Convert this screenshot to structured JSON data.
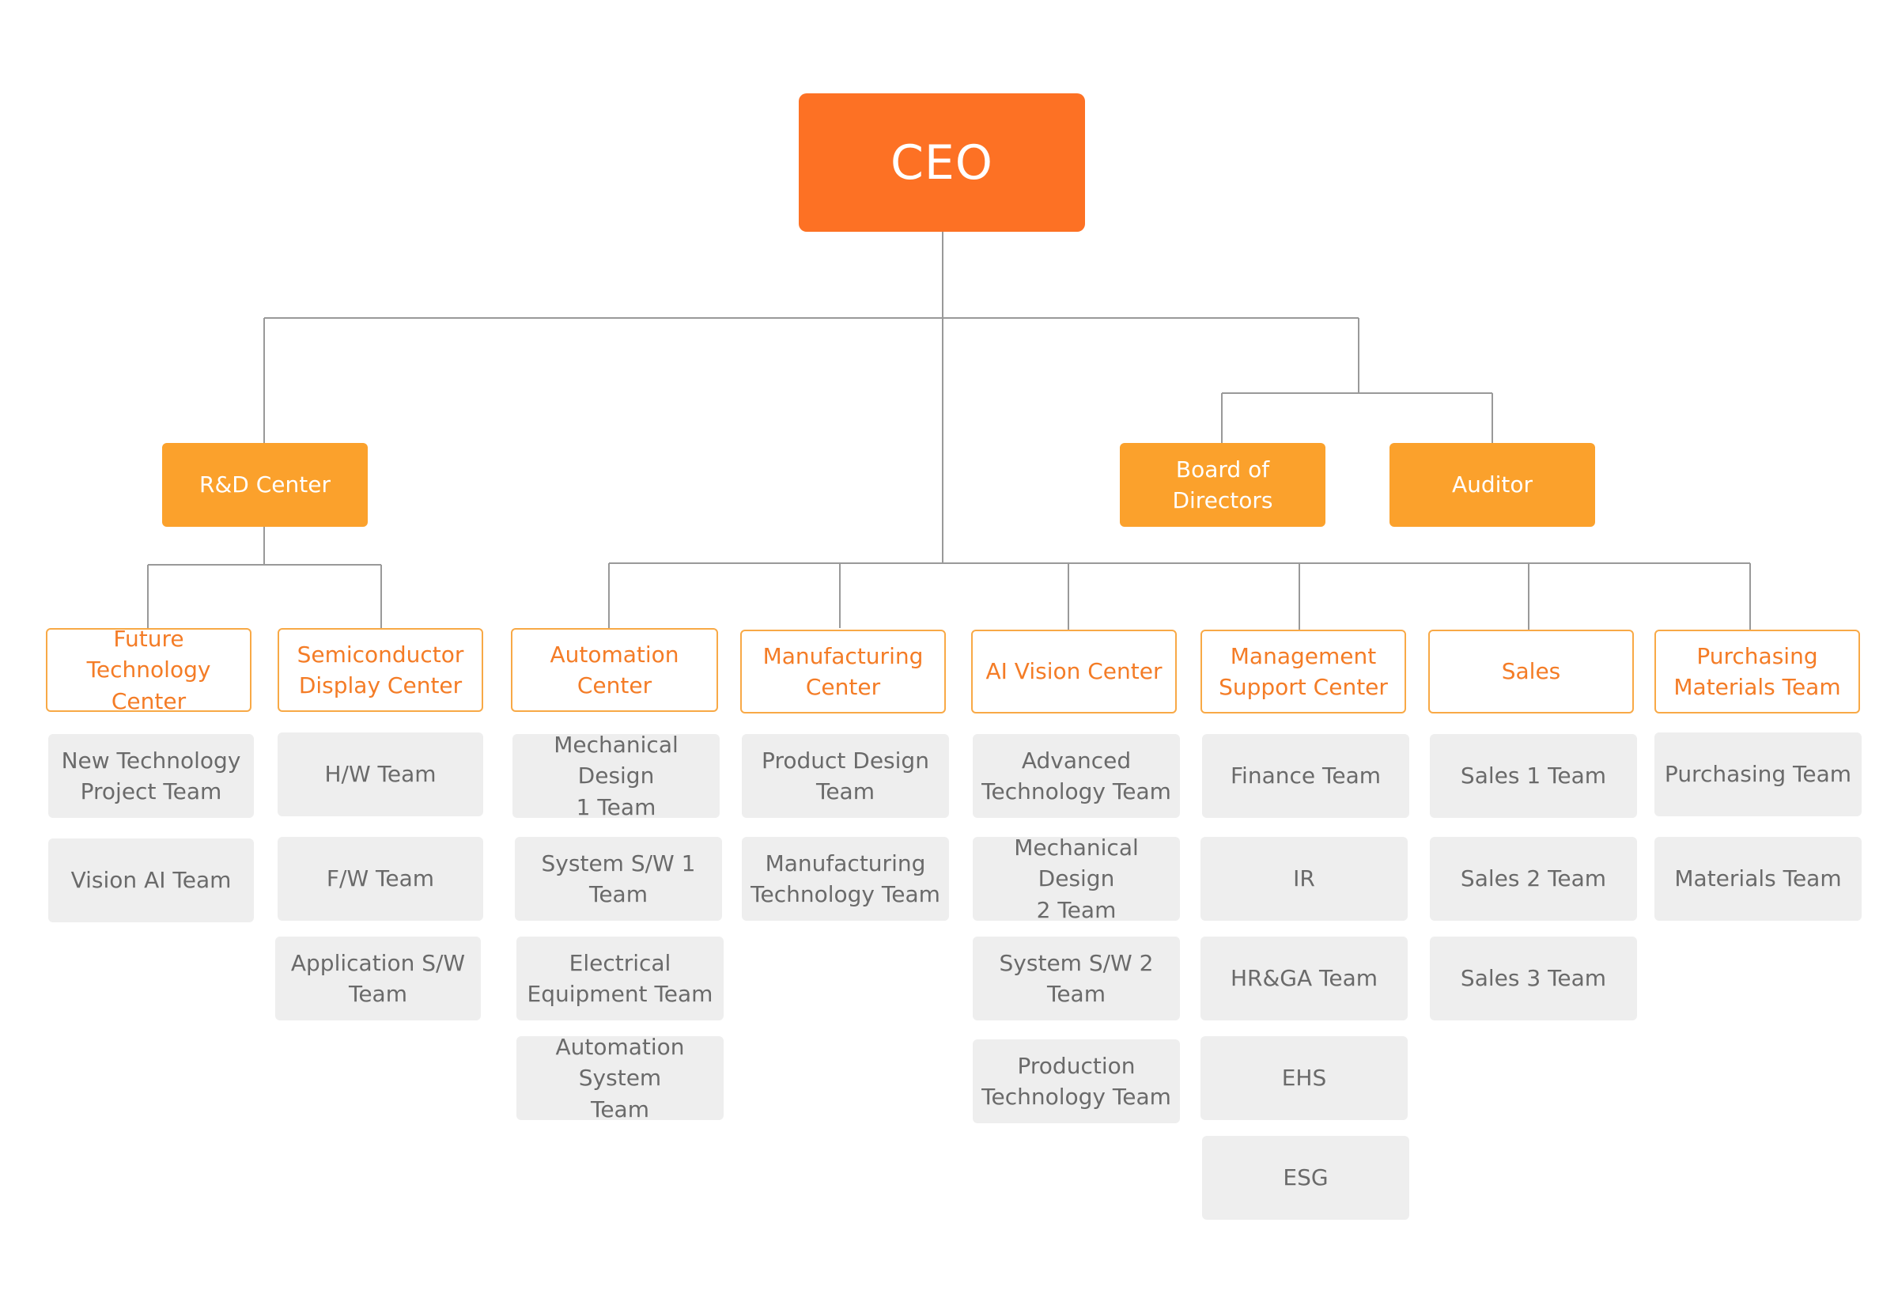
{
  "colors": {
    "ceo_fill": "#FD7124",
    "level1_fill": "#FBA12C",
    "center_border": "#F8A946",
    "center_text": "#F47C26",
    "team_fill": "#EEEEEE",
    "team_text": "#6a6a6a",
    "connector": "#999999"
  },
  "ceo": {
    "label": "CEO"
  },
  "top_units": {
    "rd": "R&D Center",
    "board": "Board of Directors",
    "auditor": "Auditor"
  },
  "centers": [
    {
      "label": "Future Technology\nCenter",
      "teams": [
        "New Technology\nProject Team",
        "Vision AI Team"
      ]
    },
    {
      "label": "Semiconductor\nDisplay Center",
      "teams": [
        "H/W Team",
        "F/W Team",
        "Application S/W\nTeam"
      ]
    },
    {
      "label": "Automation Center",
      "teams": [
        "Mechanical Design\n1 Team",
        "System S/W 1 Team",
        "Electrical\nEquipment Team",
        "Automation System\nTeam"
      ]
    },
    {
      "label": "Manufacturing\nCenter",
      "teams": [
        "Product Design\nTeam",
        "Manufacturing\nTechnology Team"
      ]
    },
    {
      "label": "AI Vision Center",
      "teams": [
        "Advanced\nTechnology Team",
        "Mechanical Design\n2 Team",
        "System S/W 2 Team",
        "Production\nTechnology Team"
      ]
    },
    {
      "label": "Management\nSupport Center",
      "teams": [
        "Finance Team",
        "IR",
        "HR&GA Team",
        "EHS",
        "ESG"
      ]
    },
    {
      "label": "Sales",
      "teams": [
        "Sales 1 Team",
        "Sales 2 Team",
        "Sales 3 Team"
      ]
    },
    {
      "label": "Purchasing\nMaterials Team",
      "teams": [
        "Purchasing Team",
        "Materials Team"
      ]
    }
  ]
}
